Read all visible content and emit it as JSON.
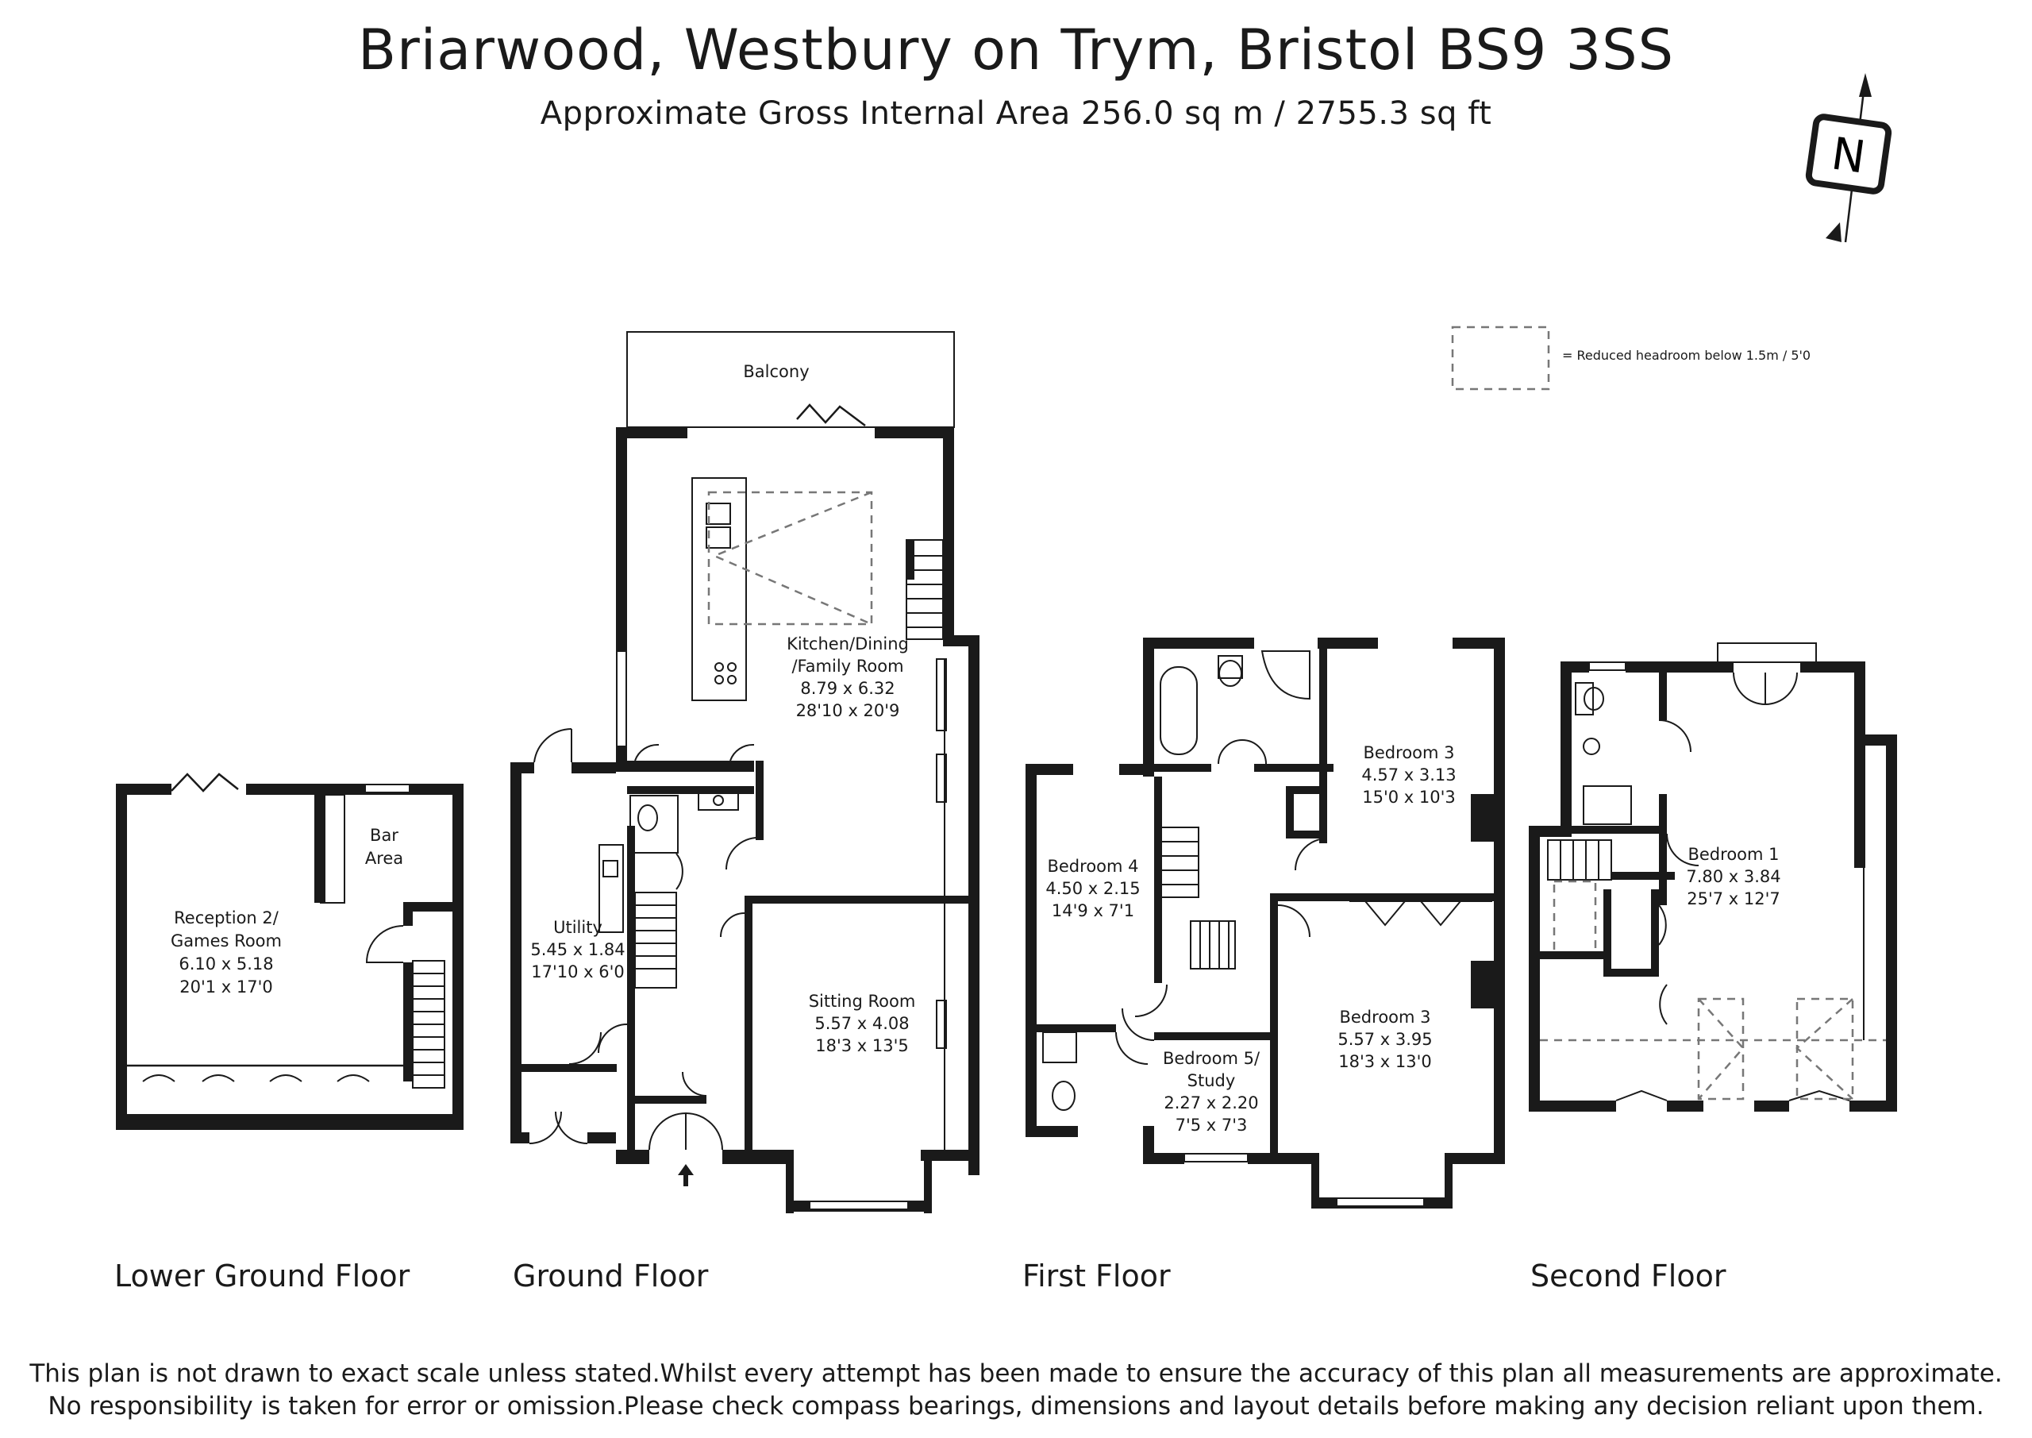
{
  "header": {
    "title": "Briarwood, Westbury on Trym, Bristol BS9 3SS",
    "subtitle": "Approximate Gross Internal Area 256.0 sq m / 2755.3 sq ft"
  },
  "compass": {
    "letter": "N"
  },
  "legend": {
    "text": "=  Reduced headroom below 1.5m / 5'0"
  },
  "floors": {
    "lower_ground": {
      "label": "Lower Ground Floor",
      "rooms": {
        "reception": [
          "Reception 2/",
          "Games Room",
          "6.10 x 5.18",
          "20'1 x 17'0"
        ],
        "bar": [
          "Bar",
          "Area"
        ]
      }
    },
    "ground": {
      "label": "Ground Floor",
      "rooms": {
        "balcony": [
          "Balcony"
        ],
        "kitchen": [
          "Kitchen/Dining",
          "/Family Room",
          "8.79 x 6.32",
          "28'10 x 20'9"
        ],
        "utility": [
          "Utility",
          "5.45 x 1.84",
          "17'10 x 6'0"
        ],
        "sitting": [
          "Sitting Room",
          "5.57 x 4.08",
          "18'3 x 13'5"
        ]
      }
    },
    "first": {
      "label": "First Floor",
      "rooms": {
        "bedroom3a": [
          "Bedroom 3",
          "4.57 x 3.13",
          "15'0 x 10'3"
        ],
        "bedroom4": [
          "Bedroom 4",
          "4.50 x 2.15",
          "14'9 x 7'1"
        ],
        "bedroom3b": [
          "Bedroom 3",
          "5.57 x 3.95",
          "18'3 x 13'0"
        ],
        "bedroom5": [
          "Bedroom 5/",
          "Study",
          "2.27 x 2.20",
          "7'5 x 7'3"
        ]
      }
    },
    "second": {
      "label": "Second Floor",
      "rooms": {
        "bedroom1": [
          "Bedroom 1",
          "7.80 x 3.84",
          "25'7 x 12'7"
        ]
      }
    }
  },
  "disclaimer": [
    "This plan is not drawn to exact scale unless stated.Whilst every attempt has been made to ensure the accuracy of this plan all measurements are approximate.",
    "No responsibility is taken for error or omission.Please check compass bearings, dimensions and layout details before making any decision reliant upon them."
  ]
}
